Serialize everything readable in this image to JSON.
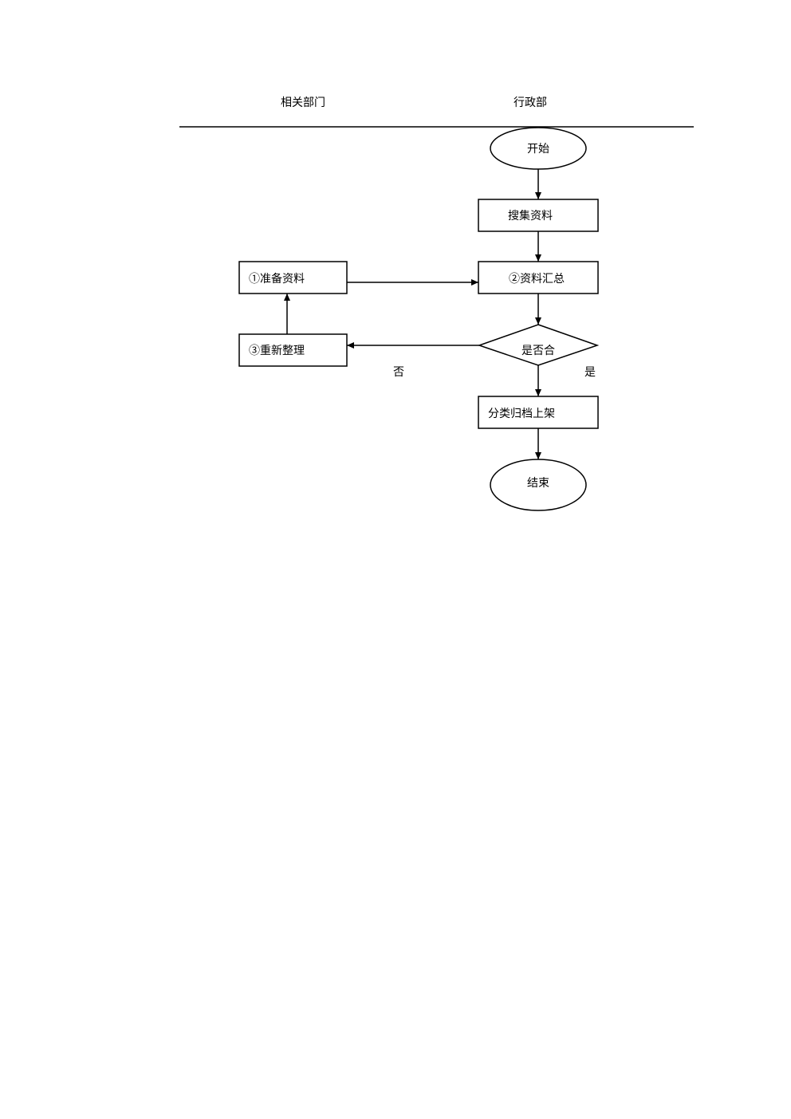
{
  "lanes": {
    "left_header": "相关部门",
    "right_header": "行政部"
  },
  "nodes": {
    "start": "开始",
    "collect": "搜集资料",
    "prepare": "①准备资料",
    "summary": "②资料汇总",
    "decision": "是否合",
    "reorganize": "③重新整理",
    "archive": "分类归档上架",
    "end": "结束"
  },
  "edge_labels": {
    "no": "否",
    "yes": "是"
  }
}
